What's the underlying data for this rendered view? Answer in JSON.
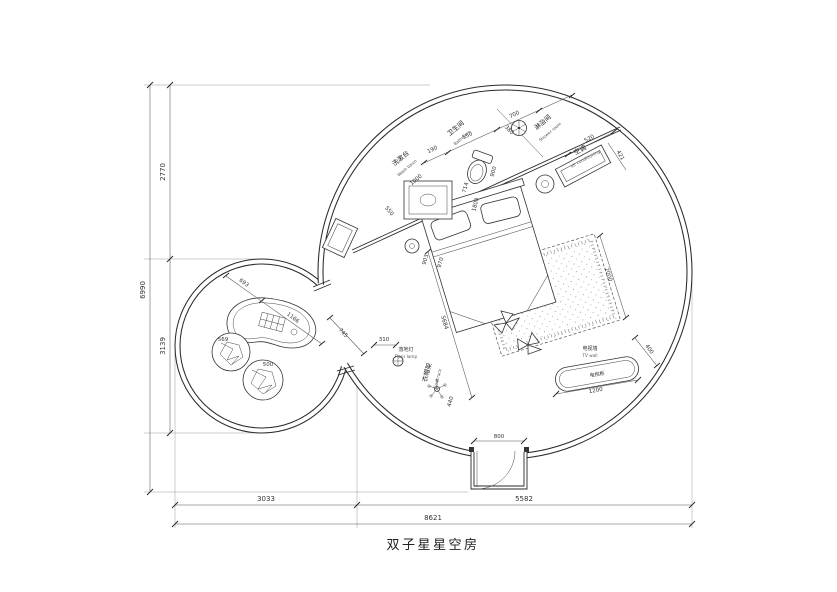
{
  "title": "双子星星空房",
  "outer_dims": {
    "left_total": "6990",
    "left_top": "2770",
    "left_bottom": "3139",
    "bottom_left": "3033",
    "bottom_right": "5582",
    "bottom_total": "8621"
  },
  "labels": {
    "washbasin": {
      "cn": "洗漱台",
      "en": "Wash basin"
    },
    "bathroom": {
      "cn": "卫生间",
      "en": "Bathroom"
    },
    "shower": {
      "cn": "淋浴间",
      "en": "Shower room"
    },
    "ac": {
      "cn": "空调",
      "en": "air conditioning"
    },
    "floor_lamp": {
      "cn": "落地灯",
      "en": "Floor lamp"
    },
    "coat_rack": {
      "cn": "衣帽架",
      "en": "Coat rack"
    },
    "tv_wall": {
      "cn": "电视墙",
      "en": "TV wall"
    },
    "tv_cabinet": {
      "cn": "电视柜"
    }
  },
  "interior_dims": {
    "chain_190": "190",
    "chain_550": "550",
    "chain_700": "700",
    "chain_380": "380",
    "chain_520": "520",
    "chain_421": "421",
    "toilet_714": "714",
    "toilet_900": "900",
    "head_1800": "1800",
    "vanity_1000": "1000",
    "vanity_550": "550",
    "bed_903": "903",
    "bed_970": "970",
    "diag_5684": "5684",
    "rug_2000": "2000",
    "passage_745": "745",
    "lamp_310": "310",
    "rack_440": "440",
    "tv_1200": "1200",
    "tv_400": "400",
    "door_800": "800",
    "table_693": "693",
    "table_1166": "1166",
    "pouf_569": "569",
    "pouf_500": "500"
  }
}
